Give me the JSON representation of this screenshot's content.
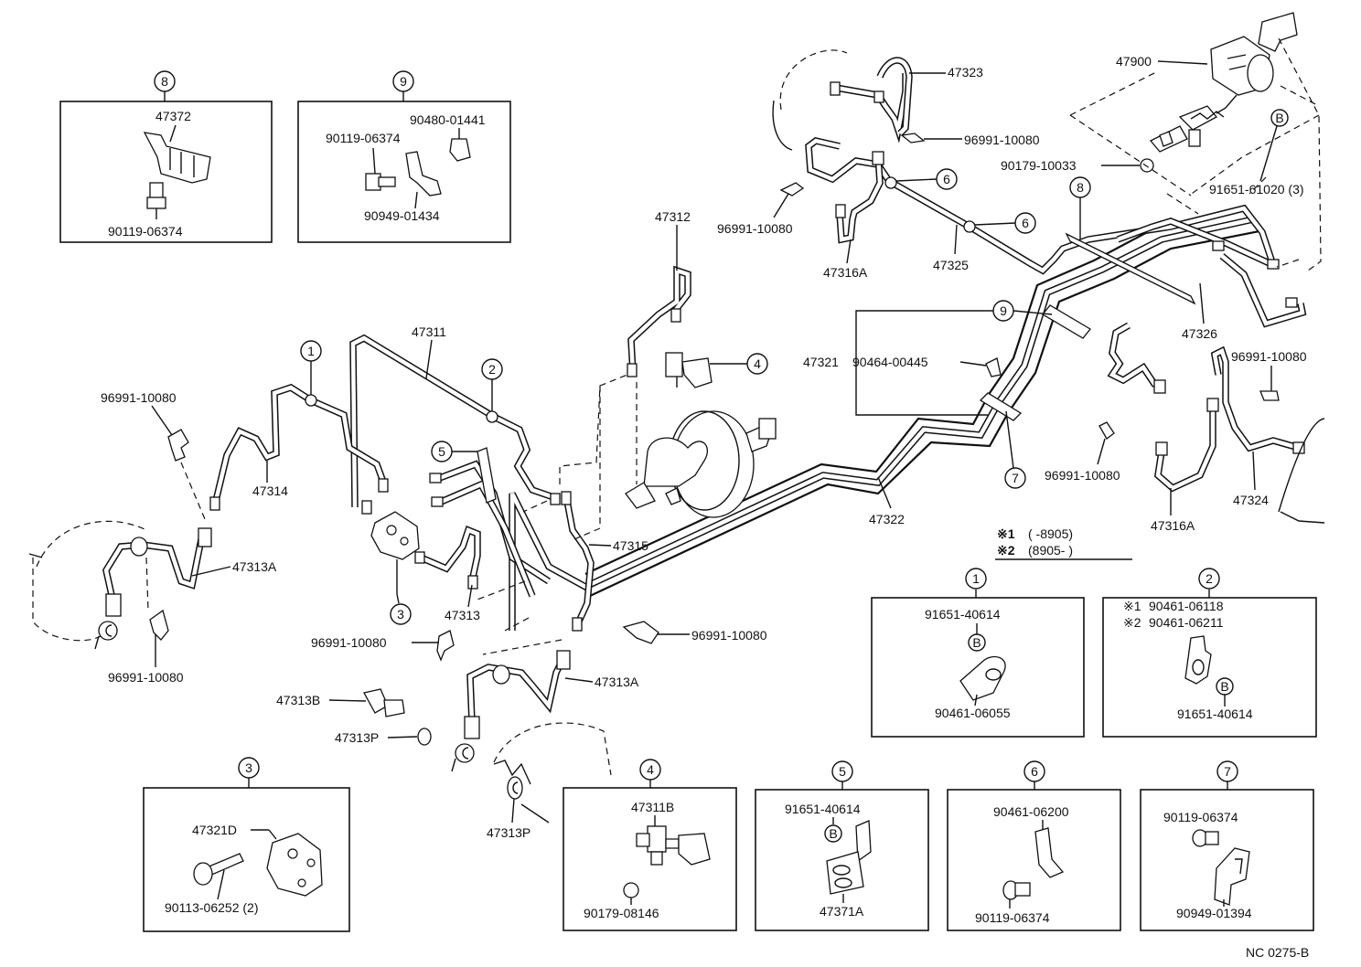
{
  "footer_code": "NC 0275-B",
  "legend": {
    "l1_mark": "※1",
    "l1_text": "(        -8905)",
    "l2_mark": "※2",
    "l2_text": "(8905-        )"
  },
  "labels": {
    "p47311": "47311",
    "p47312": "47312",
    "p47314": "47314",
    "p47313a_l": "47313A",
    "p47313a_b": "47313A",
    "p47313": "47313",
    "p47315": "47315",
    "p47313b": "47313B",
    "p47313p_1": "47313P",
    "p47313p_2": "47313P",
    "p47322": "47322",
    "p47321": "47321",
    "p90464": "90464-00445",
    "p47323": "47323",
    "p47325": "47325",
    "p47316a_t": "47316A",
    "p47316a_r": "47316A",
    "p47326": "47326",
    "p47324": "47324",
    "p47900": "47900",
    "p90179_10033": "90179-10033",
    "p91651_61020": "91651-61020 (3)",
    "clip_a": "96991-10080",
    "clip_b": "96991-10080",
    "clip_c": "96991-10080",
    "clip_d": "96991-10080",
    "clip_e": "96991-10080",
    "clip_f": "96991-10080",
    "clip_g": "96991-10080",
    "clip_h": "96991-10080"
  },
  "callouts": {
    "c1": "1",
    "c2": "2",
    "c4": "4",
    "c5": "5",
    "c3": "3",
    "c6a": "6",
    "c6b": "6",
    "c7": "7",
    "c8": "8",
    "c9": "9",
    "cB_top": "B"
  },
  "detail_boxes": {
    "b8": {
      "num": "8",
      "a": "47372",
      "b": "90119-06374"
    },
    "b9": {
      "num": "9",
      "a": "90480-01441",
      "b": "90119-06374",
      "c": "90949-01434"
    },
    "b1": {
      "num": "1",
      "a": "91651-40614",
      "bmark": "B",
      "b": "90461-06055"
    },
    "b2": {
      "num": "2",
      "m1": "※1",
      "a": "90461-06118",
      "m2": "※2",
      "b": "90461-06211",
      "bmark": "B",
      "c": "91651-40614"
    },
    "b3": {
      "num": "3",
      "a": "47321D",
      "b": "90113-06252 (2)"
    },
    "b4": {
      "num": "4",
      "a": "47311B",
      "b": "90179-08146"
    },
    "b5": {
      "num": "5",
      "a": "91651-40614",
      "bmark": "B",
      "b": "47371A"
    },
    "b6": {
      "num": "6",
      "a": "90461-06200",
      "b": "90119-06374"
    },
    "b7": {
      "num": "7",
      "a": "90119-06374",
      "b": "90949-01394"
    }
  }
}
